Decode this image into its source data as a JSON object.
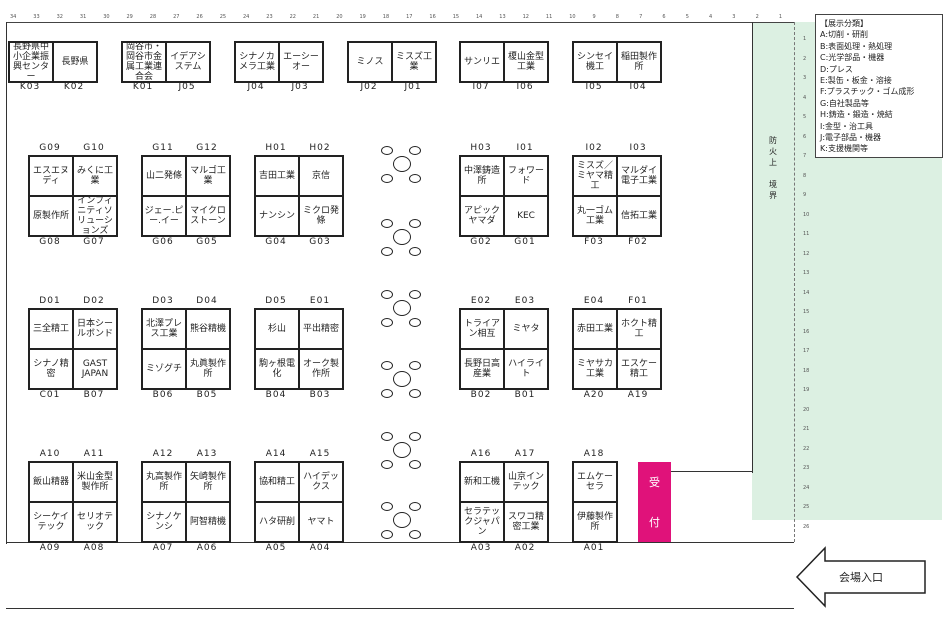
{
  "legend": {
    "title": "【展示分類】",
    "items": [
      "A:切削・研削",
      "B:表面処理・熱処理",
      "C:光学部品・機器",
      "D:プレス",
      "E:製缶・板金・溶接",
      "F:プラスチック・ゴム成形",
      "G:自社製品等",
      "H:鋳造・鍛造・焼結",
      "I:金型・治工具",
      "J:電子部品・機器",
      "K:支援機関等"
    ]
  },
  "border_label": [
    "防",
    "火",
    "上",
    "",
    "境",
    "界"
  ],
  "reception_label": [
    "受",
    "付"
  ],
  "entrance_label": "会場入口",
  "top_numbers": [
    "34",
    "33",
    "32",
    "31",
    "30",
    "29",
    "28",
    "27",
    "26",
    "25",
    "24",
    "23",
    "22",
    "21",
    "20",
    "19",
    "18",
    "17",
    "16",
    "15",
    "14",
    "13",
    "12",
    "11",
    "10",
    "9",
    "8",
    "7",
    "6",
    "5",
    "4",
    "3",
    "2",
    "1"
  ],
  "row_numbers": [
    "1",
    "2",
    "3",
    "4",
    "5",
    "6",
    "7",
    "8",
    "9",
    "10",
    "11",
    "12",
    "13",
    "14",
    "15",
    "16",
    "17",
    "18",
    "19",
    "20",
    "21",
    "22",
    "23",
    "24",
    "25",
    "26"
  ],
  "top_booths": [
    {
      "cells": [
        "長野県中小企業振興センター",
        "長野県"
      ],
      "codes": [
        "K03",
        "K02"
      ]
    },
    {
      "cells": [
        "岡谷市・岡谷市金属工業連合会",
        "イデアシステム"
      ],
      "codes": [
        "K01",
        "J05"
      ]
    },
    {
      "cells": [
        "シナノカメラ工業",
        "エーシーオー"
      ],
      "codes": [
        "J04",
        "J03"
      ]
    },
    {
      "cells": [
        "ミノス",
        "ミスズ工業"
      ],
      "codes": [
        "J02",
        "J01"
      ]
    },
    {
      "cells": [
        "サンリエ",
        "榎山金型工業"
      ],
      "codes": [
        "I07",
        "I06"
      ]
    },
    {
      "cells": [
        "シンセイ機工",
        "稲田製作所"
      ],
      "codes": [
        "I05",
        "I04"
      ]
    }
  ],
  "blocks": [
    {
      "top_codes": [
        "G09",
        "G10"
      ],
      "cells": [
        "エスエヌディ",
        "みくに工業",
        "原製作所",
        "インフィニティソリューションズ"
      ],
      "bottom_codes": [
        "G08",
        "G07"
      ]
    },
    {
      "top_codes": [
        "G11",
        "G12"
      ],
      "cells": [
        "山二発條",
        "マルゴ工業",
        "ジェー.ピー.イー",
        "マイクロストーン"
      ],
      "bottom_codes": [
        "G06",
        "G05"
      ]
    },
    {
      "top_codes": [
        "H01",
        "H02"
      ],
      "cells": [
        "吉田工業",
        "京信",
        "ナンシン",
        "ミクロ発條"
      ],
      "bottom_codes": [
        "G04",
        "G03"
      ]
    },
    {
      "top_codes": [
        "H03",
        "I01"
      ],
      "cells": [
        "中澤鋳造所",
        "フォワード",
        "アピックヤマダ",
        "KEC"
      ],
      "bottom_codes": [
        "G02",
        "G01"
      ]
    },
    {
      "top_codes": [
        "I02",
        "I03"
      ],
      "cells": [
        "ミスズ／ミヤマ精工",
        "マルダイ電子工業",
        "丸一ゴム工業",
        "信拓工業"
      ],
      "bottom_codes": [
        "F03",
        "F02"
      ]
    },
    {
      "top_codes": [
        "D01",
        "D02"
      ],
      "cells": [
        "三全精工",
        "日本シールボンド",
        "シナノ精密",
        "GAST JAPAN"
      ],
      "bottom_codes": [
        "C01",
        "B07"
      ]
    },
    {
      "top_codes": [
        "D03",
        "D04"
      ],
      "cells": [
        "北澤プレス工業",
        "熊谷精機",
        "ミゾグチ",
        "丸眞製作所"
      ],
      "bottom_codes": [
        "B06",
        "B05"
      ]
    },
    {
      "top_codes": [
        "D05",
        "E01"
      ],
      "cells": [
        "杉山",
        "平出精密",
        "駒ヶ根電化",
        "オーク製作所"
      ],
      "bottom_codes": [
        "B04",
        "B03"
      ]
    },
    {
      "top_codes": [
        "E02",
        "E03"
      ],
      "cells": [
        "トライアン相互",
        "ミヤタ",
        "長野日高産業",
        "ハイライト"
      ],
      "bottom_codes": [
        "B02",
        "B01"
      ]
    },
    {
      "top_codes": [
        "E04",
        "F01"
      ],
      "cells": [
        "赤田工業",
        "ホクト精工",
        "ミヤサカ工業",
        "エスケー精工"
      ],
      "bottom_codes": [
        "A20",
        "A19"
      ]
    },
    {
      "top_codes": [
        "A10",
        "A11"
      ],
      "cells": [
        "飯山精器",
        "米山金型製作所",
        "シーケイテック",
        "セリオテック"
      ],
      "bottom_codes": [
        "A09",
        "A08"
      ]
    },
    {
      "top_codes": [
        "A12",
        "A13"
      ],
      "cells": [
        "丸高製作所",
        "矢崎製作所",
        "シナノケンシ",
        "阿智精機"
      ],
      "bottom_codes": [
        "A07",
        "A06"
      ]
    },
    {
      "top_codes": [
        "A14",
        "A15"
      ],
      "cells": [
        "協和精工",
        "ハイデックス",
        "ハタ研削",
        "ヤマト"
      ],
      "bottom_codes": [
        "A05",
        "A04"
      ]
    },
    {
      "top_codes": [
        "A16",
        "A17"
      ],
      "cells": [
        "新和工機",
        "山京インテック",
        "セラテックジャパン",
        "スワコ精密工業"
      ],
      "bottom_codes": [
        "A03",
        "A02"
      ]
    },
    {
      "top_codes": [
        "A18"
      ],
      "cells": [
        "エムケーセラ",
        "伊藤製作所"
      ],
      "bottom_codes": [
        "A01"
      ]
    }
  ]
}
